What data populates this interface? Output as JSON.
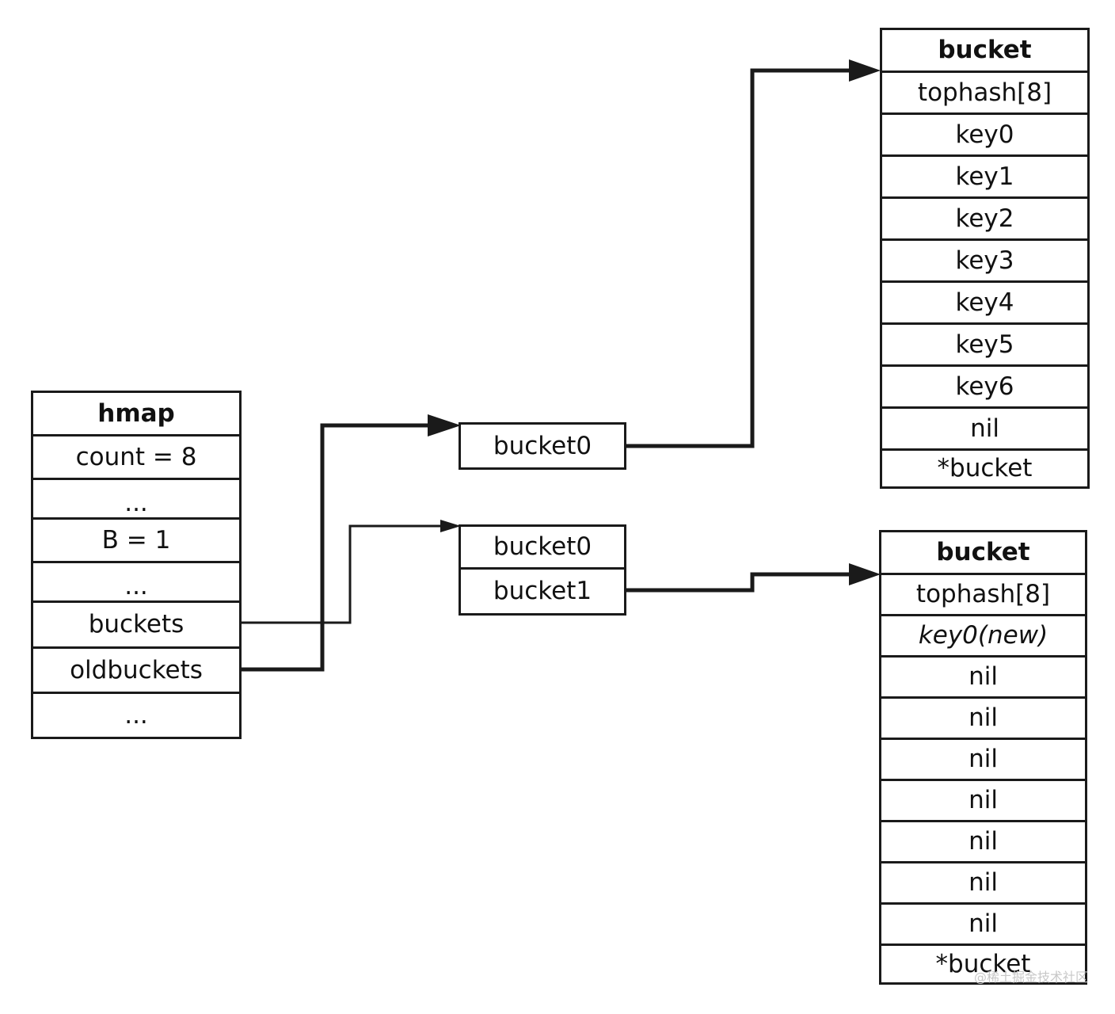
{
  "hmap": {
    "rows": [
      "hmap",
      "count = 8",
      "...",
      "B = 1",
      "...",
      "buckets",
      "oldbuckets",
      "..."
    ]
  },
  "old_array": {
    "rows": [
      "bucket0"
    ]
  },
  "new_array": {
    "rows": [
      "bucket0",
      "bucket1"
    ]
  },
  "bucket_top": {
    "rows": [
      "bucket",
      "tophash[8]",
      "key0",
      "key1",
      "key2",
      "key3",
      "key4",
      "key5",
      "key6",
      "nil",
      "*bucket"
    ]
  },
  "bucket_bottom": {
    "rows": [
      "bucket",
      "tophash[8]",
      "key0(new)",
      "nil",
      "nil",
      "nil",
      "nil",
      "nil",
      "nil",
      "nil",
      "*bucket"
    ]
  },
  "watermark": "@稀土掘金技术社区",
  "colors": {
    "line": "#1a1a1a",
    "background": "#ffffff"
  }
}
